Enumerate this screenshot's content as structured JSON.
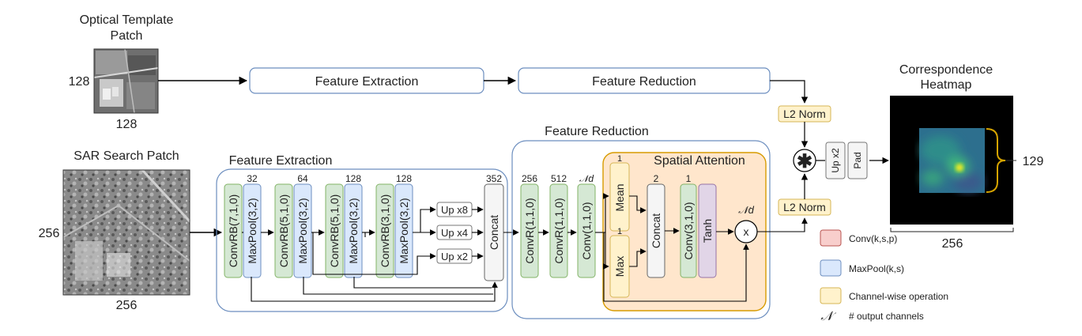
{
  "top": {
    "optical_title_1": "Optical Template",
    "optical_title_2": "Patch",
    "optical_size_left": "128",
    "optical_size_bottom": "128",
    "feature_extraction": "Feature Extraction",
    "feature_reduction": "Feature Reduction"
  },
  "sar": {
    "title": "SAR Search Patch",
    "size_left": "256",
    "size_bottom": "256"
  },
  "fe_panel": {
    "title": "Feature Extraction",
    "blocks": [
      {
        "conv": "ConvRB(7,1,0)",
        "pool": "MaxPool(3,2)",
        "channels": "32"
      },
      {
        "conv": "ConvRB(5,1,0)",
        "pool": "MaxPool(3,2)",
        "channels": "64"
      },
      {
        "conv": "ConvRB(5,1,0)",
        "pool": "MaxPool(3,2)",
        "channels": "128"
      },
      {
        "conv": "ConvRB(3,1,0)",
        "pool": "MaxPool(3,2)",
        "channels": "128"
      }
    ],
    "ups": [
      "Up x8",
      "Up x4",
      "Up x2"
    ],
    "concat": "Concat",
    "concat_channels": "352"
  },
  "fr_panel": {
    "title": "Feature Reduction",
    "convs": [
      {
        "label": "ConvR(1,1,0)",
        "channels": "256"
      },
      {
        "label": "ConvR(1,1,0)",
        "channels": "512"
      },
      {
        "label": "Conv(1,1,0)",
        "channels": "𝒩d"
      }
    ]
  },
  "sa_panel": {
    "title": "Spatial Attention",
    "mean": "Mean",
    "max": "Max",
    "mean_channels": "1",
    "max_channels": "1",
    "concat": "Concat",
    "concat_channels": "2",
    "conv": "Conv(3,1,0)",
    "conv_channels": "1",
    "tanh": "Tanh",
    "multiply": "x",
    "out_channels": "𝒩d"
  },
  "fusion": {
    "l2_top": "L2 Norm",
    "l2_bottom": "L2 Norm",
    "correlate_symbol": "✱",
    "up": "Up x2",
    "pad": "Pad"
  },
  "heatmap": {
    "title_1": "Correspondence",
    "title_2": "Heatmap",
    "inner_size": "129",
    "outer_size": "256"
  },
  "legend": {
    "conv": "Conv(k,s,p)",
    "maxpool": "MaxPool(k,s)",
    "channelwise": "Channel-wise operation",
    "symbol": "𝒩",
    "output_channels": "# output channels"
  },
  "colors": {
    "conv_fill": "#d5e8d4",
    "conv_stroke": "#82b366",
    "pool_fill": "#dae8fc",
    "pool_stroke": "#6c8ebf",
    "channel_fill": "#fff2cc",
    "channel_stroke": "#d6b656",
    "tanh_fill": "#e1d5e7",
    "tanh_stroke": "#9673a6",
    "legend_conv_fill": "#f8cecc",
    "legend_conv_stroke": "#b85450",
    "attention_fill": "#ffe6cc",
    "attention_stroke": "#d79b00",
    "panel_stroke": "#6c8ebf"
  }
}
